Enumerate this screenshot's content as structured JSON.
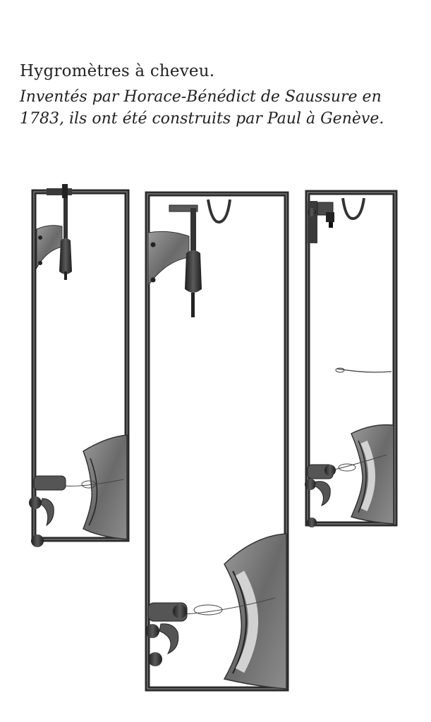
{
  "caption": {
    "title": "Hygromètres à cheveu.",
    "text": "Inventés par Horace-Bénédict de Saussure en 1783, ils ont été construits par Paul à Genève."
  },
  "figure": {
    "subject": "hair-hygrometers",
    "count": 3
  },
  "colors": {
    "ink": "#222222",
    "metal_dark": "#2b2b2b",
    "metal_mid": "#6e6e6e",
    "scale_face": "#8a8a8a"
  }
}
